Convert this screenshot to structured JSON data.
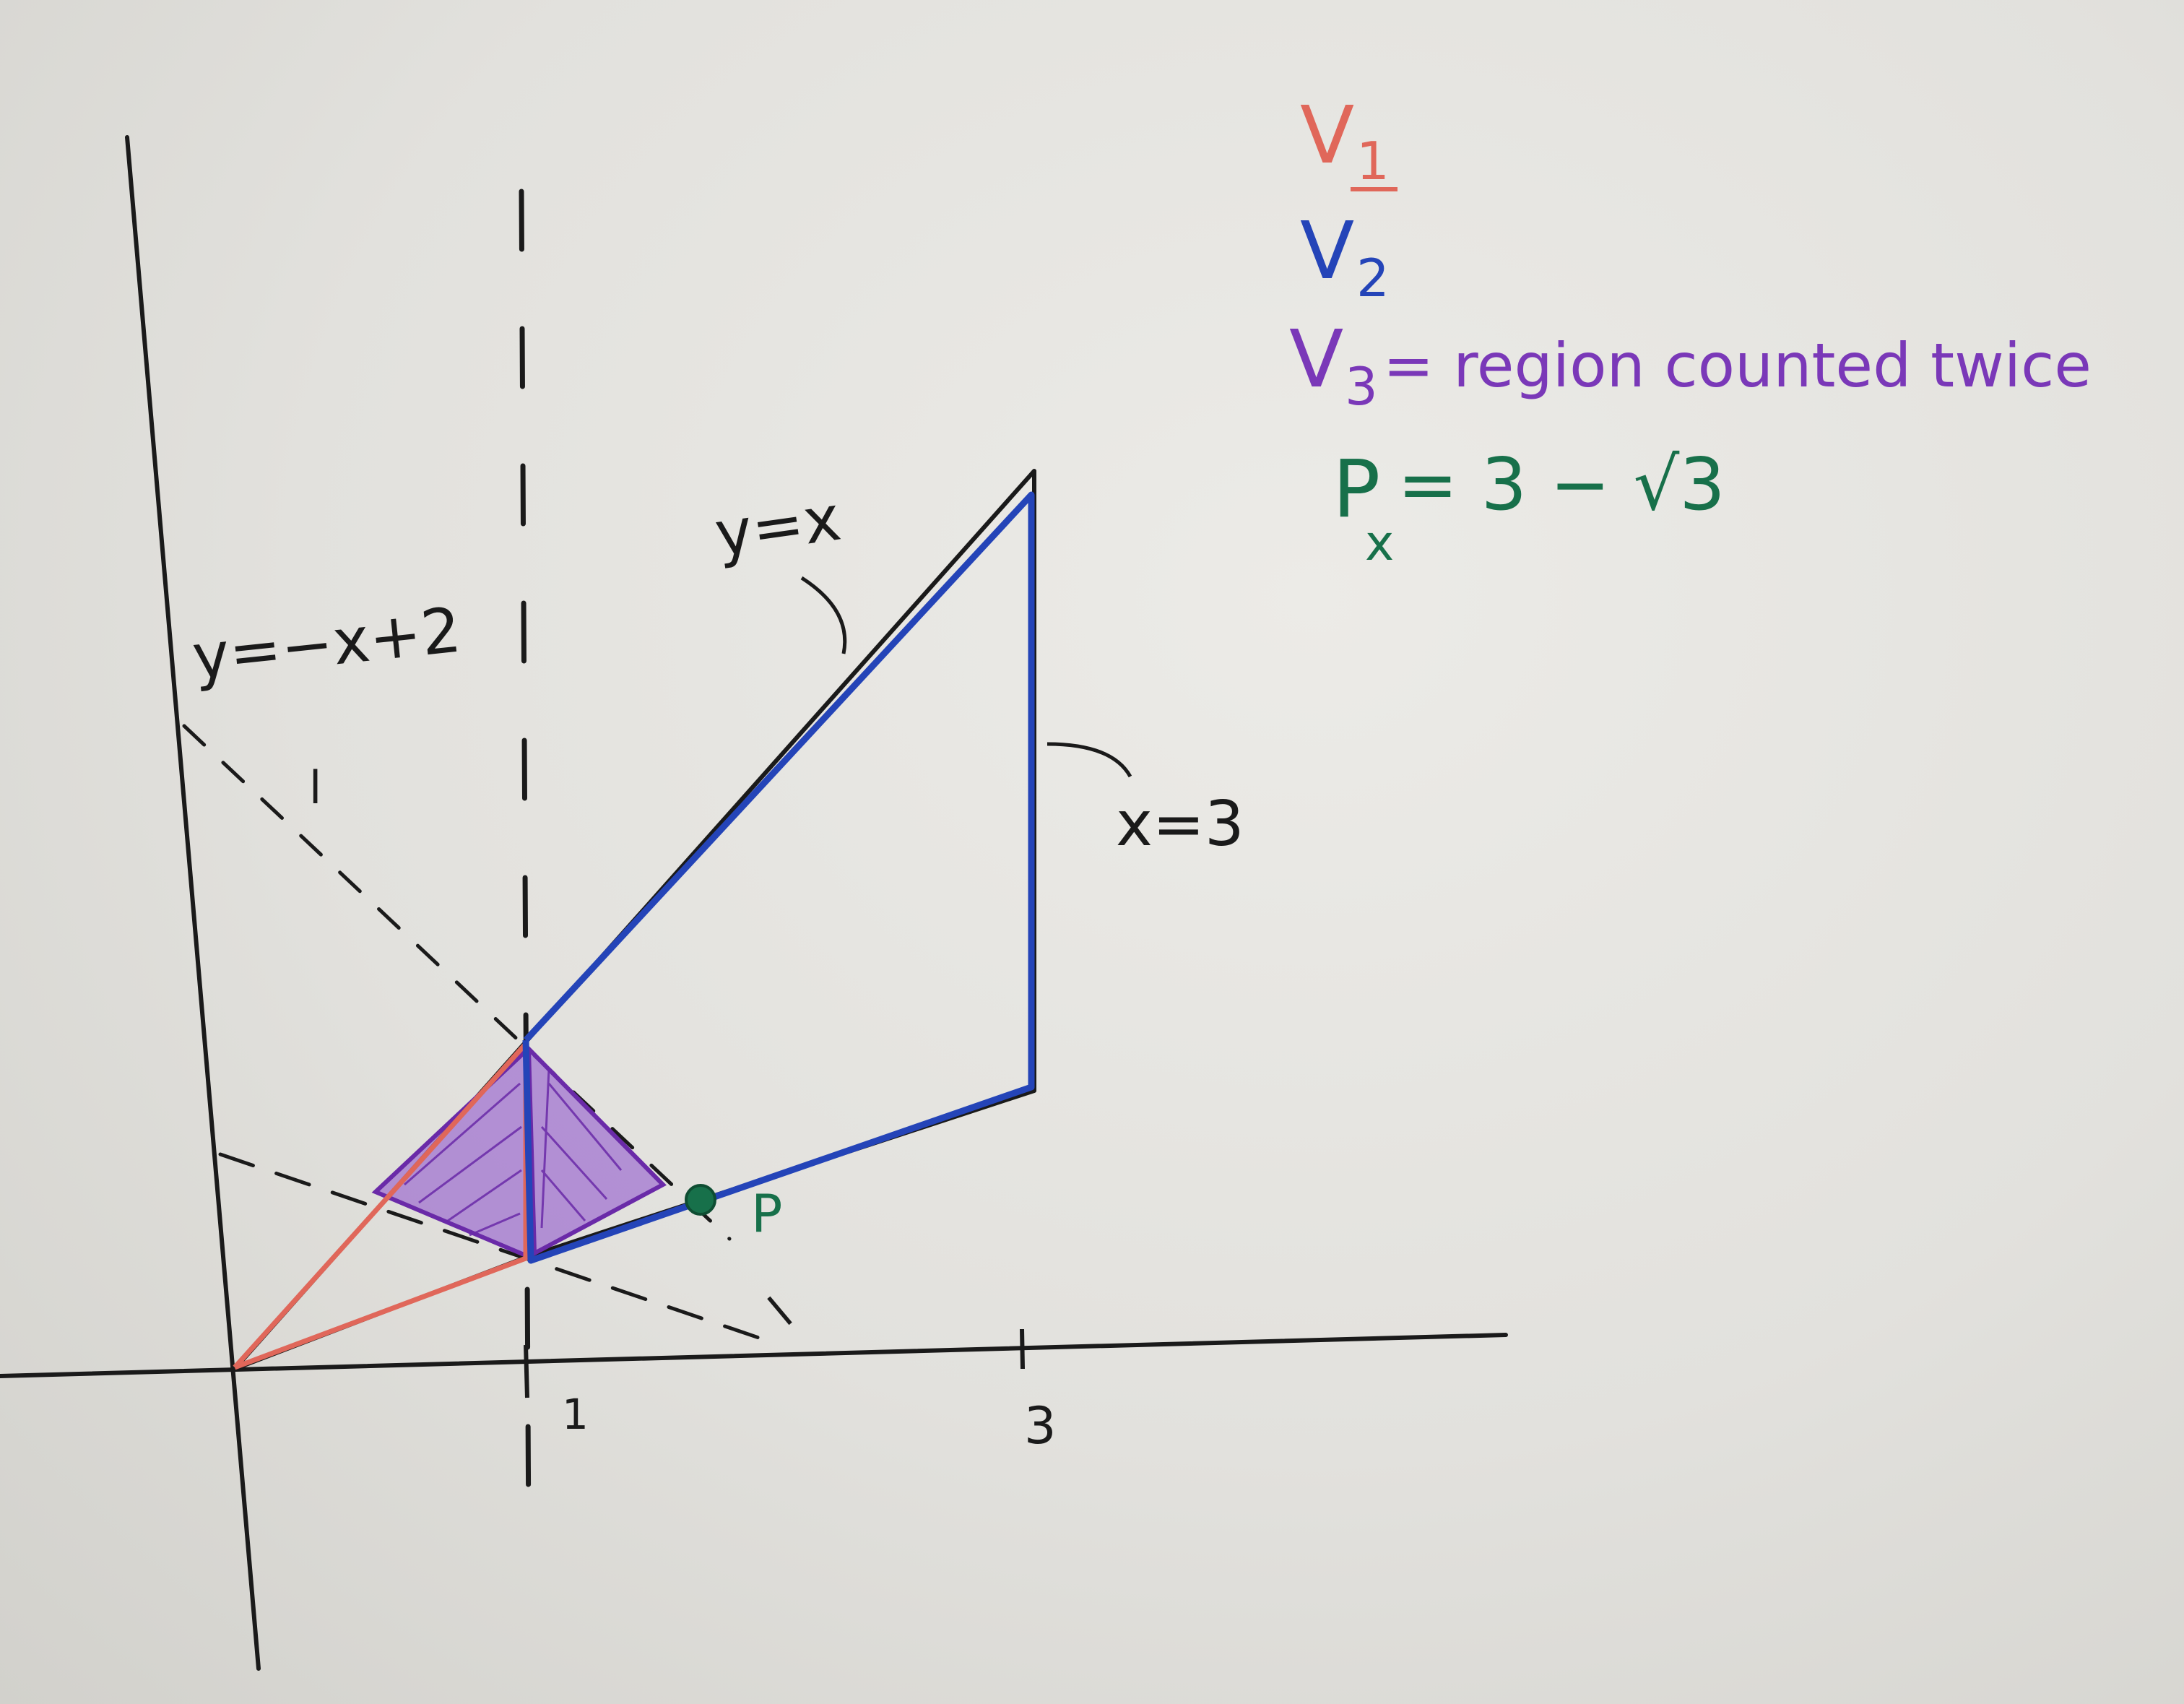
{
  "diagram": {
    "labels": {
      "line_neg": "y=−x+2",
      "line_diag": "y=x",
      "line_vert": "x=3",
      "small_l_left": "l",
      "small_l_bottom": "l",
      "tick_1": "1",
      "tick_3": "3",
      "point_p": "P"
    },
    "legend": {
      "v1_base": "V",
      "v1_sub": "1",
      "v2_base": "V",
      "v2_sub": "2",
      "v3_base": "V",
      "v3_sub": "3",
      "v3_text": "= region counted twice",
      "px_base": "P",
      "px_sub": "x",
      "px_eq": "= 3 − √3"
    },
    "colors": {
      "ink": "#1a1a1a",
      "red": "#e0675a",
      "blue": "#2444b8",
      "purple": "#7a38b8",
      "green": "#17704a"
    }
  }
}
